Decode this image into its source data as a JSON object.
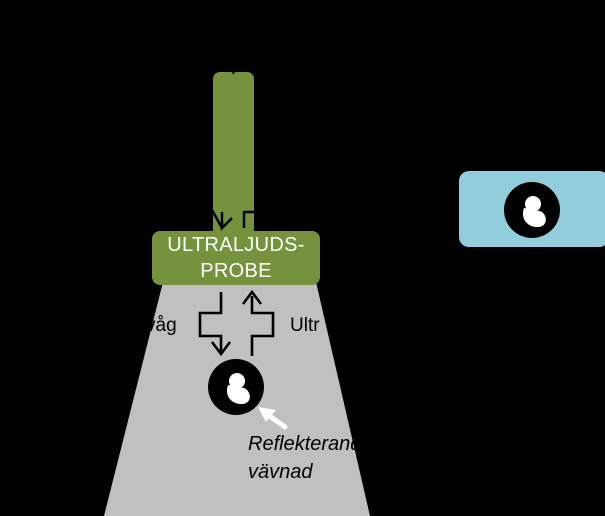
{
  "probe": {
    "line1": "ULTRALJUDS-",
    "line2": "PROBE"
  },
  "labels": {
    "wave_left": "våg",
    "wave_right": "Ultr",
    "tissue_line1": "Reflekterande",
    "tissue_line2": "vävnad"
  },
  "colors": {
    "background": "#000000",
    "probe_green": "#76923c",
    "beam_gray": "#c0c0c0",
    "panel_blue": "#92cddc",
    "fetus_circle": "#000000",
    "fetus_figure": "#ffffff"
  },
  "icons": [
    "fetus-icon",
    "pointer-arrow-icon",
    "arrow-down-icon",
    "arrow-up-icon"
  ]
}
